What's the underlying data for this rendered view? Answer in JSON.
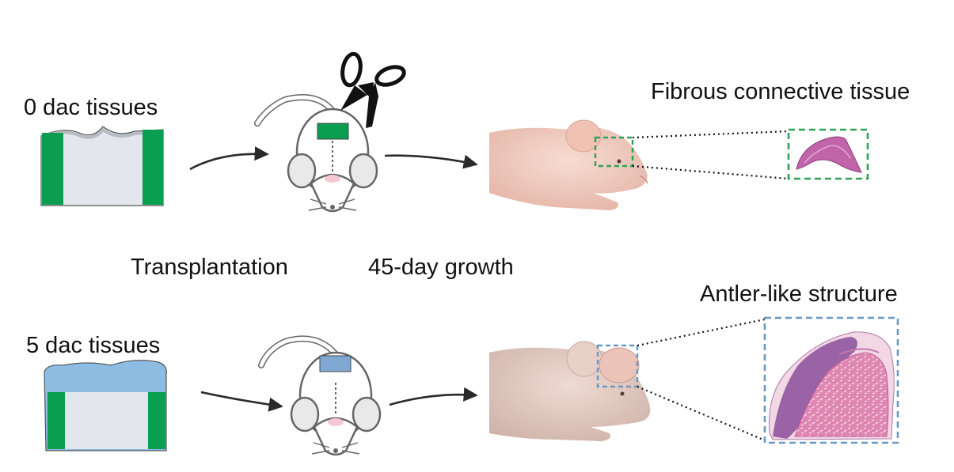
{
  "labels": {
    "row1_tissue": "0 dac tissues",
    "row2_tissue": "5 dac tissues",
    "step_transplant": "Transplantation",
    "step_growth": "45-day growth",
    "result_row1": "Fibrous connective tissue",
    "result_row2": "Antler-like structure"
  },
  "colors": {
    "cartilage_green": "#0a9e50",
    "tissue_blue": "#8ebde4",
    "tissue_body": "#e3e6ec",
    "box_row1": "#2aa355",
    "box_row2": "#6a98c4",
    "histology_pink": "#d7709f",
    "histology_purple": "#8a4f9a",
    "skin": "#f2cfc3"
  },
  "icons": [
    "mouse-icon",
    "scissors-icon",
    "arrow-icon"
  ]
}
